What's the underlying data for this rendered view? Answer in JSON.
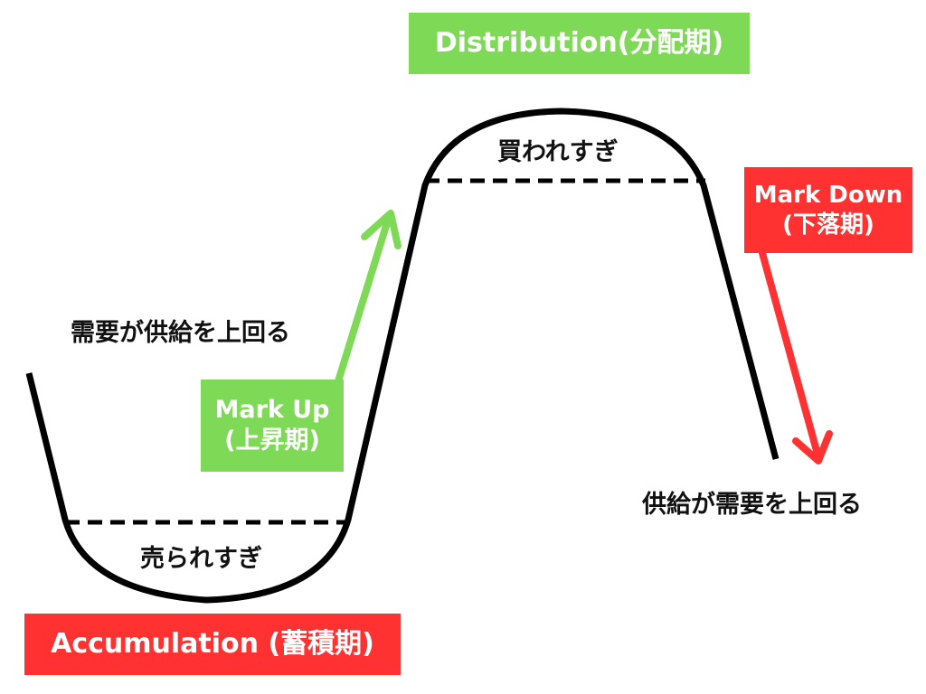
{
  "phases": {
    "accumulation": "Accumulation (蓄積期)",
    "markup_line1": "Mark Up",
    "markup_line2": "(上昇期)",
    "distribution": "Distribution(分配期)",
    "markdown_line1": "Mark Down",
    "markdown_line2": "(下落期)"
  },
  "annotations": {
    "oversold": "売られすぎ",
    "overbought": "買われすぎ",
    "demand_exceeds_supply": "需要が供給を上回る",
    "supply_exceeds_demand": "供給が需要を上回る"
  },
  "colors": {
    "green": "#7ED957",
    "red": "#FF3131",
    "line": "#000000"
  }
}
